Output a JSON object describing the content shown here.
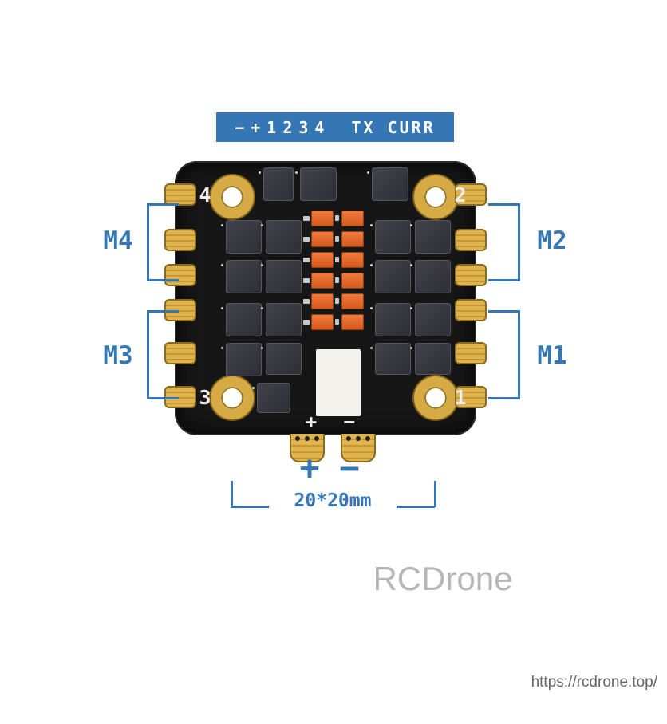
{
  "colors": {
    "blue": "#3577b4",
    "gold": "#d6ab45",
    "pcb": "#161616",
    "orange": "#d55a20",
    "watermark_gray": "#b7b7b7",
    "url_gray": "#666666"
  },
  "top_label": {
    "pins": "−+1234",
    "name": "TX CURR"
  },
  "corner_numbers": {
    "top_left": "4",
    "top_right": "2",
    "bottom_left": "3",
    "bottom_right": "1"
  },
  "motor_labels": {
    "m1": "M1",
    "m2": "M2",
    "m3": "M3",
    "m4": "M4"
  },
  "board_silk": {
    "plus": "+",
    "minus": "−"
  },
  "battery_pads": {
    "plus": "+",
    "minus": "−"
  },
  "dimension_label": "20*20mm",
  "watermark": "RCDrone",
  "website": "https://rcdrone.top/"
}
